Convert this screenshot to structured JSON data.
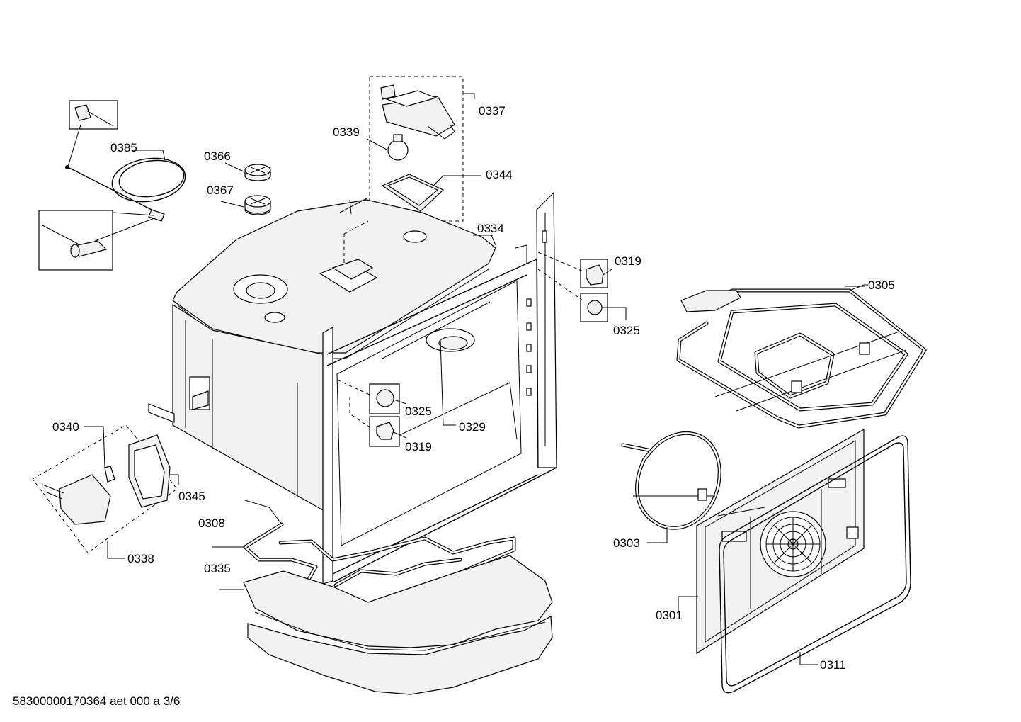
{
  "labels": {
    "p0385": "0385",
    "p0366": "0366",
    "p0367": "0367",
    "p0339": "0339",
    "p0337": "0337",
    "p0344": "0344",
    "p0334": "0334",
    "p0319a": "0319",
    "p0325a": "0325",
    "p0305": "0305",
    "p0325b": "0325",
    "p0319b": "0319",
    "p0329": "0329",
    "p0340": "0340",
    "p0345": "0345",
    "p0338": "0338",
    "p0308": "0308",
    "p0335": "0335",
    "p0303": "0303",
    "p0301": "0301",
    "p0311": "0311"
  },
  "footer": "58300000170364 aet 000 a 3/6"
}
